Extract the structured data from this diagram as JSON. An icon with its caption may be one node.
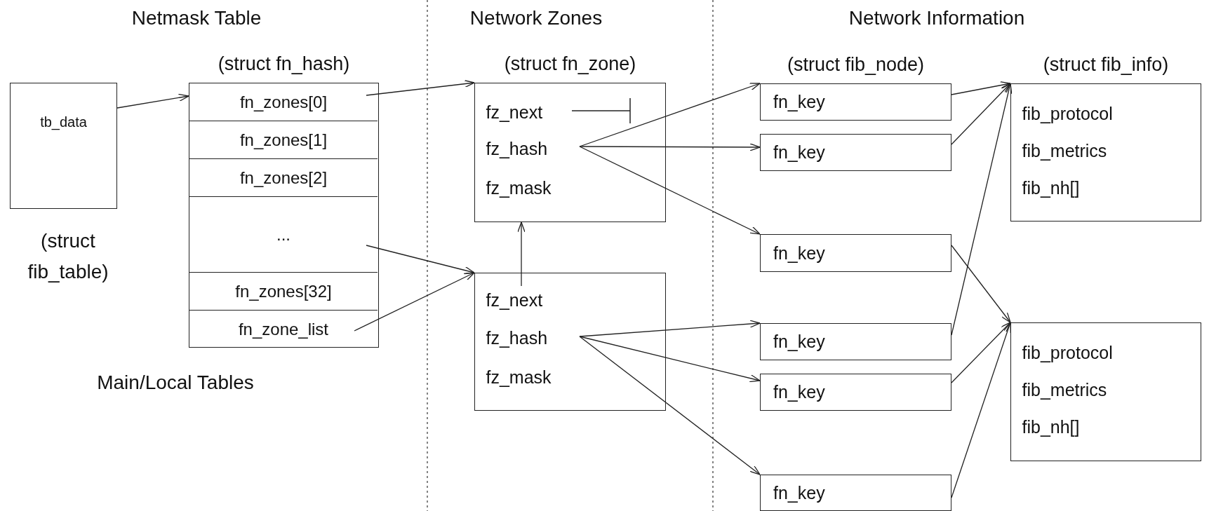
{
  "diagram": {
    "nodes": [
      {
        "text": [
          "tb_data"
        ],
        "beside": [
          "(struct fib_table)"
        ]
      },
      {
        "text": [
          "(struct fn_hash)"
        ]
      },
      {
        "text": [
          "fn_zones[0]"
        ],
        "in": 1
      },
      {
        "text": [
          "fn_zones[1]"
        ],
        "in": 1
      },
      {
        "text": [
          "fn_zones[2]"
        ],
        "in": 1
      },
      {
        "text": [
          "..."
        ],
        "in": 1
      },
      {
        "text": [
          "fn_zones[32]"
        ],
        "in": 1
      },
      {
        "text": [
          "fn_zone_list"
        ],
        "in": 1
      },
      {
        "text": [
          "(struct fn_zone)"
        ]
      },
      {
        "text": [
          "fz_next"
        ],
        "in": 8
      },
      {
        "text": [
          "fz_hash"
        ],
        "in": 8
      },
      {
        "text": [
          "fz_mask"
        ],
        "in": 8
      },
      {
        "text": [],
        "shape": "box"
      },
      {
        "text": [
          "fz_next"
        ],
        "in": 12
      },
      {
        "text": [
          "fz_hash"
        ],
        "in": 12
      },
      {
        "text": [
          "fz_mask"
        ],
        "in": 12
      },
      {
        "text": [
          "(struct fib_node)",
          "fn_key"
        ]
      },
      {
        "text": [
          "fn_key"
        ]
      },
      {
        "text": [
          "fn_key"
        ]
      },
      {
        "text": [
          "fn_key"
        ]
      },
      {
        "text": [
          "fn_key"
        ]
      },
      {
        "text": [
          "fn_key"
        ]
      },
      {
        "text": [
          "(struct fib_info)"
        ]
      },
      {
        "text": [
          "fib_protocol"
        ],
        "in": 22
      },
      {
        "text": [
          "fib_metrics"
        ],
        "in": 22
      },
      {
        "text": [
          "fib_nh[]"
        ],
        "in": 22
      },
      {
        "text": [],
        "shape": "box"
      },
      {
        "text": [
          "fib_protocol"
        ],
        "in": 26
      },
      {
        "text": [
          "fib_metrics"
        ],
        "in": 26
      },
      {
        "text": [
          "fib_nh[]"
        ],
        "in": 26
      }
    ],
    "edges": [
      {
        "from": 0,
        "to": 2,
        "arrow": "to"
      },
      {
        "from": 2,
        "to": 8,
        "arrow": "to"
      },
      {
        "from": 9,
        "to": null,
        "arrow": "other"
      },
      {
        "from": 13,
        "to": 8,
        "arrow": "to"
      },
      {
        "from": 5,
        "to": 12,
        "arrow": "to"
      },
      {
        "from": 7,
        "to": 12,
        "arrow": "to"
      },
      {
        "from": 10,
        "to": 16,
        "arrow": "to"
      },
      {
        "from": 10,
        "to": 17,
        "arrow": "to"
      },
      {
        "from": 10,
        "to": 18,
        "arrow": "to"
      },
      {
        "from": 14,
        "to": 19,
        "arrow": "to"
      },
      {
        "from": 14,
        "to": 20,
        "arrow": "to"
      },
      {
        "from": 14,
        "to": 21,
        "arrow": "to"
      },
      {
        "from": 16,
        "to": 22,
        "arrow": "to"
      },
      {
        "from": 17,
        "to": 22,
        "arrow": "to"
      },
      {
        "from": 18,
        "to": 26,
        "arrow": "to"
      },
      {
        "from": 19,
        "to": 22,
        "arrow": "to"
      },
      {
        "from": 20,
        "to": 26,
        "arrow": "to"
      },
      {
        "from": 21,
        "to": 26,
        "arrow": "to"
      }
    ],
    "labels": [
      "Netmask Table",
      "Network Zones",
      "Network Information",
      "Main/Local Tables"
    ]
  }
}
